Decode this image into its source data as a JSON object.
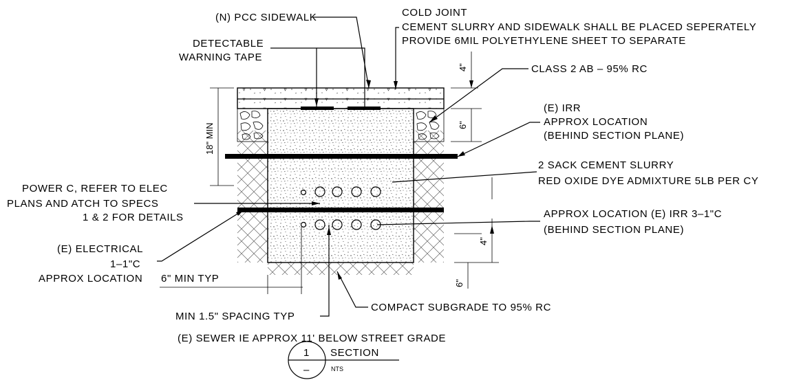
{
  "labels": {
    "pcc_sidewalk": "(N) PCC SIDEWALK",
    "cold_joint_1": "COLD JOINT",
    "cold_joint_2": "CEMENT SLURRY AND SIDEWALK SHALL BE PLACED SEPERATELY",
    "cold_joint_3": "PROVIDE 6MIL POLYETHYLENE SHEET TO SEPARATE",
    "warning_tape_1": "DETECTABLE",
    "warning_tape_2": "WARNING TAPE",
    "class2_ab": "CLASS 2 AB – 95% RC",
    "irr_1": "(E) IRR",
    "irr_2": "APPROX LOCATION",
    "irr_3": "(BEHIND SECTION PLANE)",
    "slurry_1": "2 SACK CEMENT SLURRY",
    "slurry_2": "RED OXIDE DYE ADMIXTURE 5LB PER CY",
    "power_1": "POWER C, REFER TO ELEC",
    "power_2": "PLANS AND ATCH TO SPECS",
    "power_3": "1 & 2 FOR DETAILS",
    "irr3_1": "APPROX LOCATION (E) IRR 3–1\"C",
    "irr3_2": "(BEHIND SECTION PLANE)",
    "elec_1": "(E) ELECTRICAL",
    "elec_2": "1–1\"C",
    "elec_3": "APPROX LOCATION",
    "min_typ": "6\" MIN TYP",
    "spacing": "MIN 1.5\" SPACING TYP",
    "compact": "COMPACT SUBGRADE TO 95% RC",
    "sewer": "(E) SEWER IE APPROX 11' BELOW STREET GRADE"
  },
  "dimensions": {
    "sidewalk_thk": "4\"",
    "ab_thk": "6\"",
    "cover_min": "18\" MIN",
    "duct_cover": "4\"",
    "bottom_cover": "6\""
  },
  "title_block": {
    "number": "1",
    "sheet": "–",
    "title": "SECTION",
    "scale": "NTS"
  }
}
